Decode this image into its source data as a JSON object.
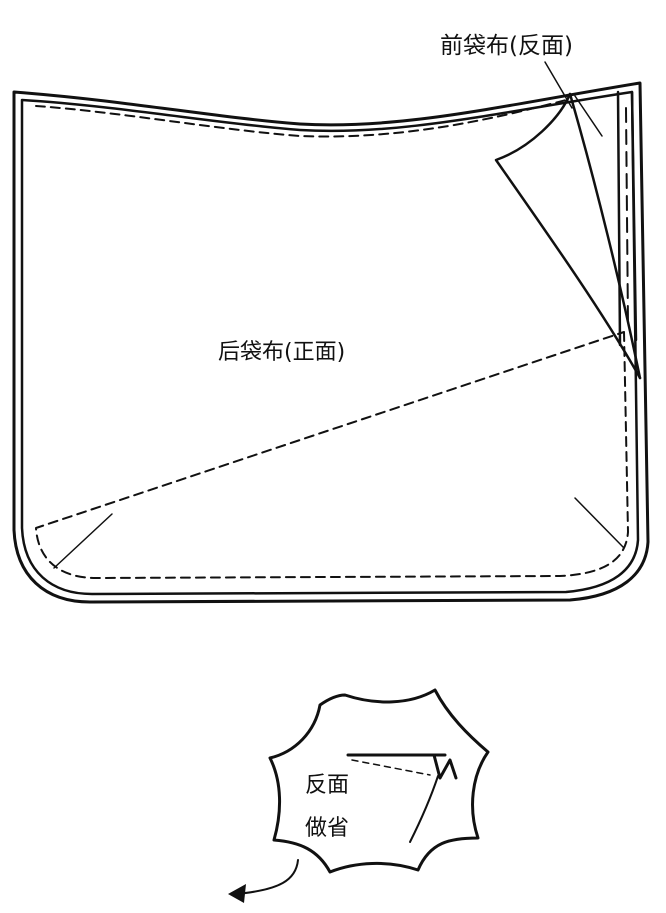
{
  "labels": {
    "front_pocket_lining": "前袋布(反面)",
    "back_pocket_lining": "后袋布(正面)",
    "detail_line1": "反面",
    "detail_line2": "做省"
  },
  "colors": {
    "line": "#111111",
    "background": "#ffffff"
  }
}
